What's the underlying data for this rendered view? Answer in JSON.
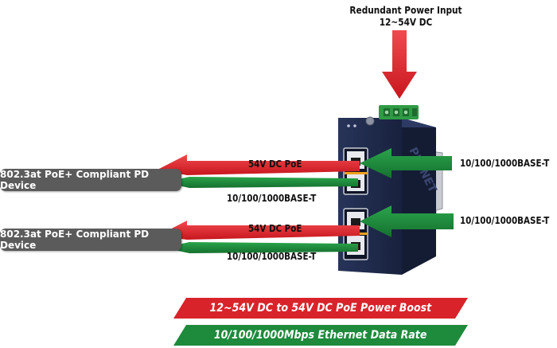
{
  "redundant_power": {
    "title": "Redundant Power Input",
    "voltage": "12~54V DC"
  },
  "pd_devices": [
    {
      "label": "802.3at PoE+ Compliant PD Device"
    },
    {
      "label": "802.3at PoE+ Compliant PD Device"
    }
  ],
  "outputs": [
    {
      "poe_label": "54V DC PoE",
      "data_label": "10/100/1000BASE-T"
    },
    {
      "poe_label": "54V DC PoE",
      "data_label": "10/100/1000BASE-T"
    }
  ],
  "inputs": [
    {
      "label": "10/100/1000BASE-T"
    },
    {
      "label": "10/100/1000BASE-T"
    }
  ],
  "device": {
    "brand_text": "PLANET"
  },
  "banners": {
    "power_boost": "12~54V DC to 54V DC PoE Power Boost",
    "data_rate": "10/100/1000Mbps Ethernet Data Rate"
  },
  "colors": {
    "power_red": "#d8232a",
    "data_green": "#1e8a3c",
    "device_navy": "#1f2a4a",
    "pd_box_gray": "#5b5b5b"
  }
}
